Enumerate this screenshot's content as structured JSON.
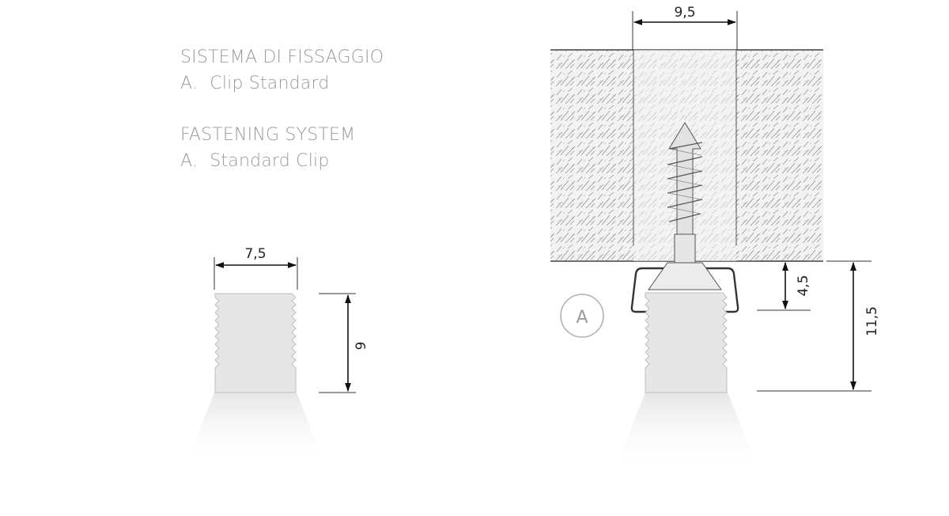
{
  "heading_it": {
    "title": "SISTEMA DI FISSAGGIO",
    "item_letter": "A.",
    "item_label": "Clip Standard"
  },
  "heading_en": {
    "title": "FASTENING SYSTEM",
    "item_letter": "A.",
    "item_label": "Standard Clip"
  },
  "profile_dimensions": {
    "width": "7,5",
    "height": "9"
  },
  "mounting_dimensions": {
    "hole_width": "9,5",
    "clip_depth": "4,5",
    "total_depth": "11,5"
  },
  "detail_marker": "A",
  "colors": {
    "line": "#333333",
    "text": "#9a9a9a",
    "profile_fill": "#e6e6e6",
    "wall_fill": "#f2f2f2",
    "marker": "#b3b3b3"
  }
}
